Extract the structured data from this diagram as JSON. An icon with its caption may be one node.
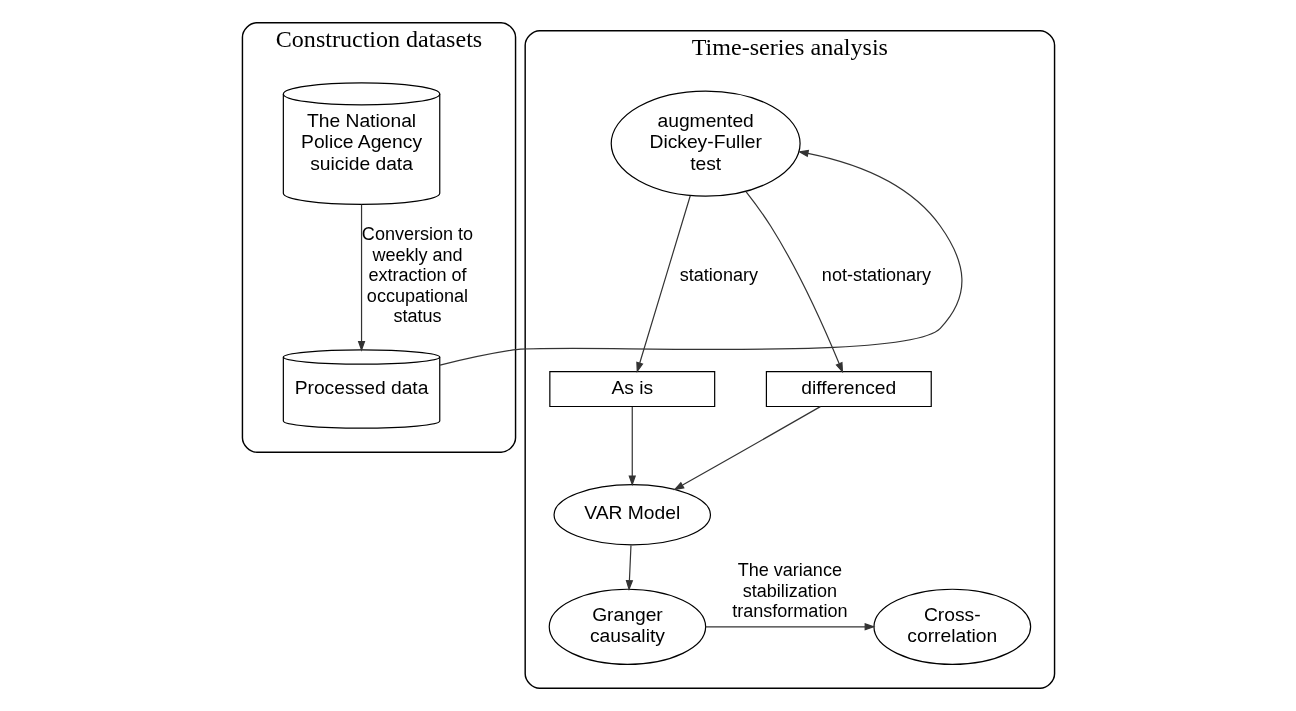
{
  "diagram": {
    "nodes": [
      {
        "text": [
          "Construction datasets"
        ]
      },
      {
        "text": [
          "The National Police Agency suicide data"
        ],
        "in": 0
      },
      {
        "text": [
          "Processed data"
        ],
        "in": 0
      },
      {
        "text": [
          "Time-series analysis"
        ]
      },
      {
        "text": [
          "augmented Dickey-Fuller test"
        ],
        "in": 3
      },
      {
        "text": [
          "As is"
        ],
        "in": 3
      },
      {
        "text": [
          "differenced"
        ],
        "in": 3
      },
      {
        "text": [
          "VAR Model"
        ],
        "in": 3
      },
      {
        "text": [
          "Granger causality"
        ],
        "in": 3
      },
      {
        "text": [
          "Cross-correlation"
        ],
        "in": 3
      }
    ],
    "edges": [
      {
        "from": 1,
        "to": 2,
        "arrow": "to",
        "label": "Conversion to weekly and extraction of occupational status"
      },
      {
        "from": 2,
        "to": 4,
        "arrow": "to"
      },
      {
        "from": 4,
        "to": 5,
        "arrow": "to",
        "label": "stationary"
      },
      {
        "from": 4,
        "to": 6,
        "arrow": "to",
        "label": "not-stationary"
      },
      {
        "from": 5,
        "to": 7,
        "arrow": "to"
      },
      {
        "from": 6,
        "to": 7,
        "arrow": "to"
      },
      {
        "from": 7,
        "to": 8,
        "arrow": "to"
      },
      {
        "from": 8,
        "to": 9,
        "arrow": "to",
        "label": "The variance stabilization transformation"
      }
    ]
  }
}
